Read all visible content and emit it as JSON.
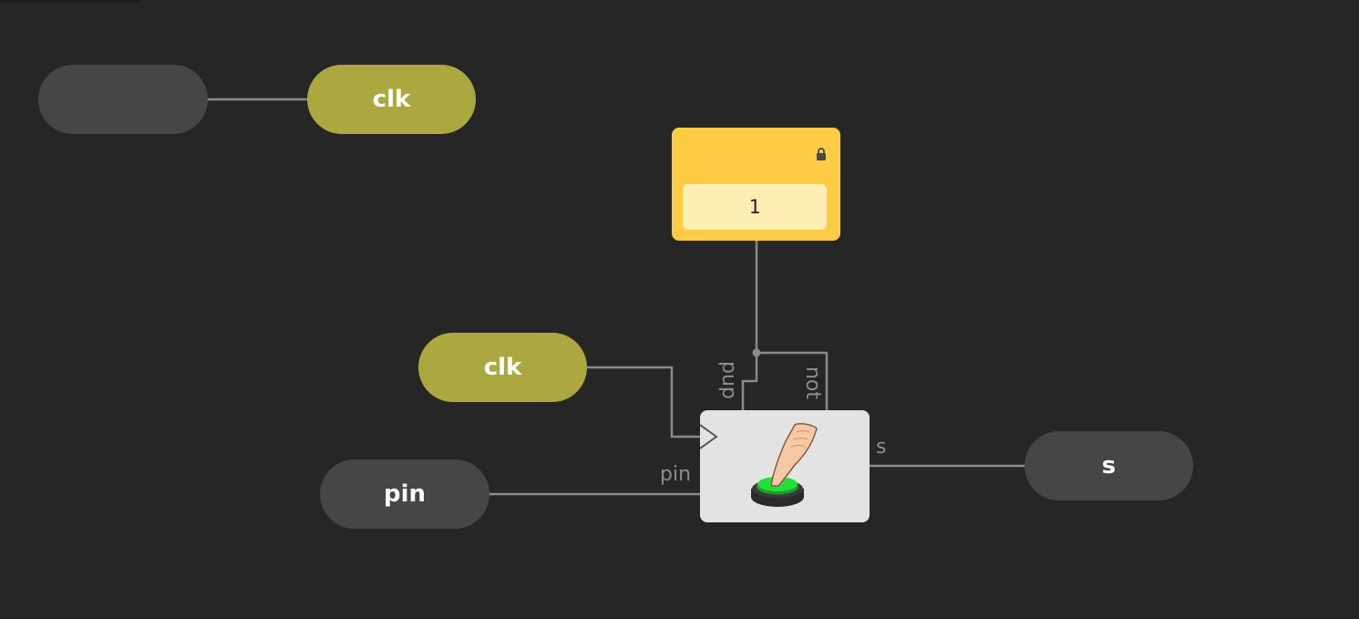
{
  "nodes": {
    "top_left_blank": "",
    "clk_top": "clk",
    "clk_mid": "clk",
    "pin": "pin",
    "s": "s"
  },
  "const_block": {
    "value": "1",
    "icon": "lock-icon"
  },
  "button_block": {
    "icon": "push-button-icon",
    "ports": {
      "pup": "pup",
      "not": "not",
      "pin": "pin",
      "s": "s"
    }
  },
  "colors": {
    "background": "#262626",
    "node_gray": "#464646",
    "node_olive": "#aaa83f",
    "const_yellow": "#fecb45",
    "const_value_bg": "#feeeb3",
    "block_gray": "#e3e3e3",
    "wire": "#8a8a8a",
    "button_green": "#22e03a"
  }
}
